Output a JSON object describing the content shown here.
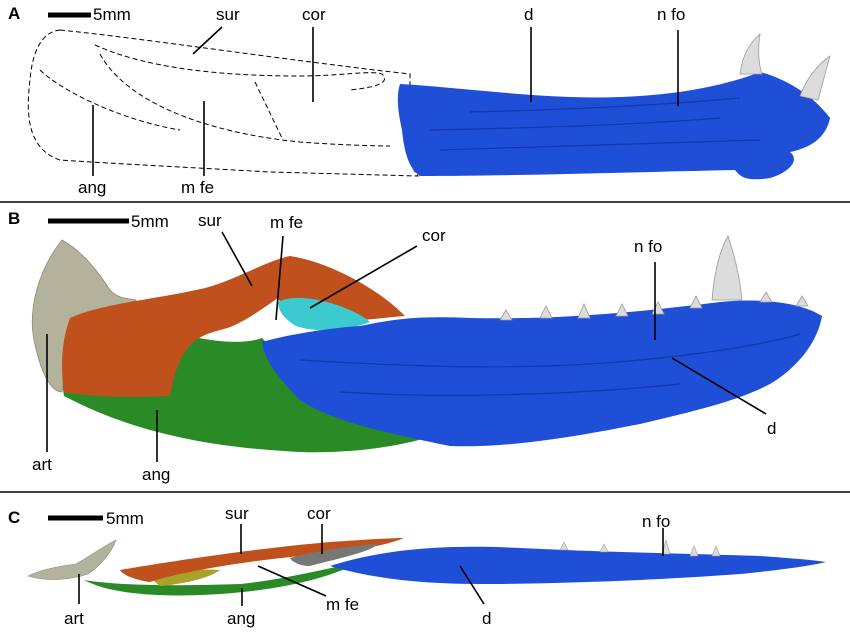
{
  "colors": {
    "dentary": "#1f4fd6",
    "dentary_dark": "#1338a8",
    "surangular": "#c0501c",
    "angular": "#2a8a26",
    "coronoid": "#3cc9cf",
    "articular": "#b3b29c",
    "teeth": "#dcdcdc"
  },
  "panels": [
    {
      "id": "A",
      "letter": "A",
      "scale": "5mm",
      "labels": {
        "sur": "sur",
        "cor": "cor",
        "d": "d",
        "nfo": "n fo",
        "ang": "ang",
        "mfe": "m fe"
      }
    },
    {
      "id": "B",
      "letter": "B",
      "scale": "5mm",
      "labels": {
        "sur": "sur",
        "mfe": "m fe",
        "cor": "cor",
        "nfo": "n fo",
        "art": "art",
        "ang": "ang",
        "d": "d"
      }
    },
    {
      "id": "C",
      "letter": "C",
      "scale": "5mm",
      "labels": {
        "sur": "sur",
        "cor": "cor",
        "nfo": "n fo",
        "art": "art",
        "ang": "ang",
        "mfe": "m fe",
        "d": "d"
      }
    }
  ]
}
